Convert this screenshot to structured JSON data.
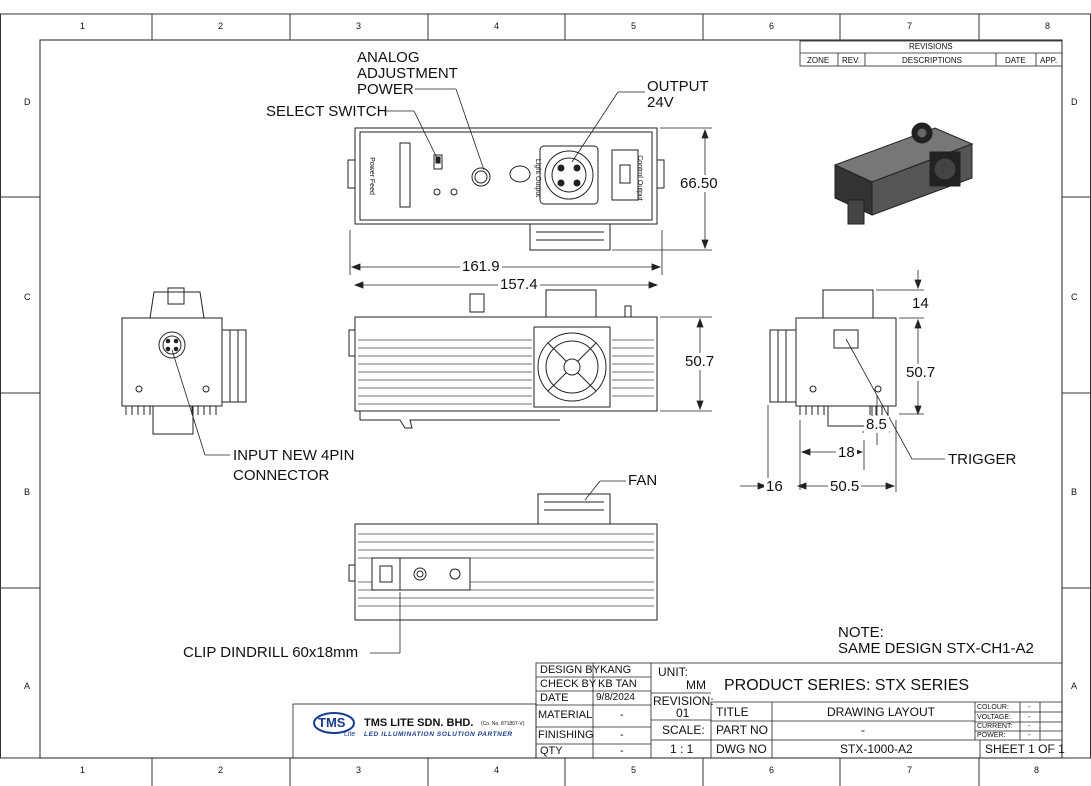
{
  "frame": {
    "top_zones": [
      "1",
      "2",
      "3",
      "4",
      "5",
      "6",
      "7",
      "8"
    ],
    "side_zones": [
      "D",
      "C",
      "B",
      "A"
    ]
  },
  "revisions": {
    "title": "REVISIONS",
    "headers": [
      "ZONE",
      "REV.",
      "DESCRIPTIONS",
      "DATE",
      "APP."
    ]
  },
  "labels": {
    "analog": "ANALOG",
    "adjustment": "ADJUSTMENT",
    "power": "POWER",
    "select_switch": "SELECT SWITCH",
    "output": "OUTPUT",
    "output_v": "24V",
    "input_line1": "INPUT NEW 4PIN",
    "input_line2": "CONNECTOR",
    "fan": "FAN",
    "trigger": "TRIGGER",
    "clip": "CLIP DINDRILL 60x18mm",
    "note": "NOTE:",
    "note_text": "SAME DESIGN STX-CH1-A2"
  },
  "dimensions": {
    "height_front": "66.50",
    "width_overall": "161.9",
    "width_body": "157.4",
    "height_side": "50.7",
    "right_top": "14",
    "right_height": "50.7",
    "right_small": "8.5",
    "right_18": "18",
    "right_16": "16",
    "right_505": "50.5"
  },
  "title_block": {
    "design_by_label": "DESIGN BY",
    "design_by": "KANG",
    "check_by_label": "CHECK BY",
    "check_by": "KB TAN",
    "date_label": "DATE",
    "date": "9/8/2024",
    "material_label": "MATERIAL",
    "material": "-",
    "finishing_label": "FINISHING",
    "finishing": "-",
    "qty_label": "QTY",
    "qty": "-",
    "unit_label": "UNIT:",
    "unit": "MM",
    "revision_label": "REVISION:",
    "revision": "01",
    "scale_label": "SCALE:",
    "scale": "1 : 1",
    "product_series": "PRODUCT SERIES:  STX SERIES",
    "title_label": "TITLE",
    "title": "DRAWING LAYOUT",
    "part_no_label": "PART NO",
    "part_no": "-",
    "dwg_no_label": "DWG NO",
    "dwg_no": "STX-1000-A2",
    "sheet": "SHEET 1 OF 1",
    "colour_label": "COLOUR:",
    "voltage_label": "VOLTAGE:",
    "current_label": "CURRENT:",
    "power_label": "POWER:",
    "dash": "-"
  },
  "company": {
    "logo": "TMS",
    "logo_sub": "Lite",
    "name": "TMS LITE SDN. BHD.",
    "reg": "(Co. No. 871807-V)",
    "tagline": "LED ILLUMINATION SOLUTION PARTNER"
  },
  "panel_text": {
    "power_feed": "Power Feed",
    "light_output": "Light Output",
    "control_output": "Control Output"
  }
}
